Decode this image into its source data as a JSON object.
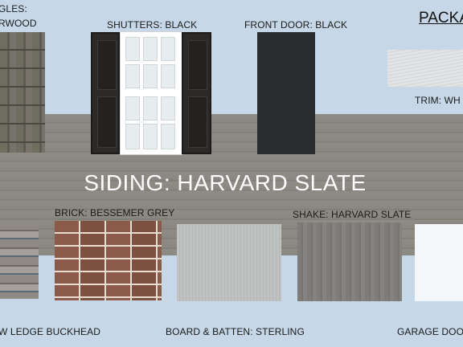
{
  "labels": {
    "shingles_top": "GLES:",
    "shingles_name": "RWOOD",
    "shutters": "SHUTTERS: BLACK",
    "front_door": "FRONT DOOR: BLACK",
    "package": "PACKA",
    "trim": "TRIM: WH",
    "siding": "SIDING: HARVARD SLATE",
    "brick": "BRICK: BESSEMER GREY",
    "shake": "SHAKE: HARVARD SLATE",
    "stone": "W LEDGE BUCKHEAD",
    "board_batten": "BOARD & BATTEN: STERLING",
    "garage_door": "GARAGE DOO"
  }
}
